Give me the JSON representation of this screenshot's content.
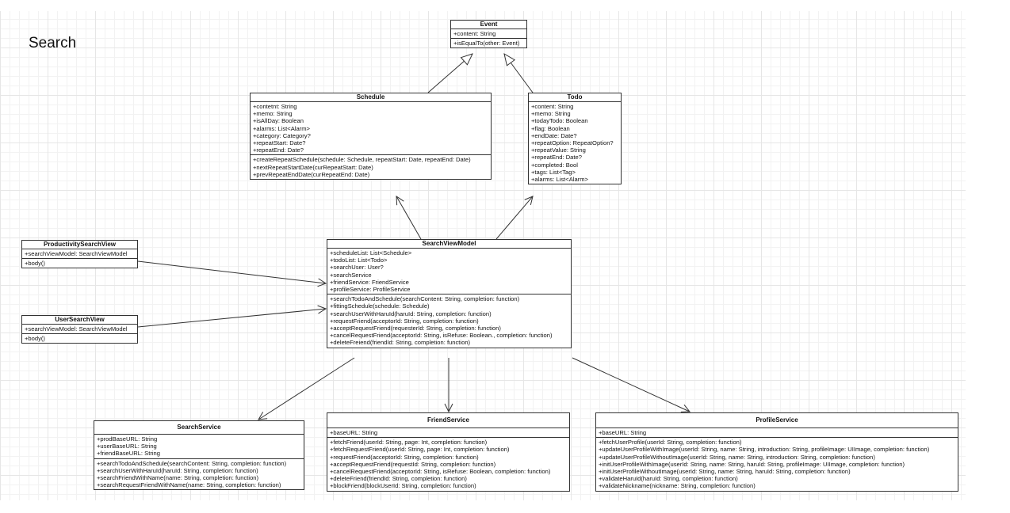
{
  "diagram": {
    "title": "Search",
    "classes": [
      {
        "key": "event",
        "name": "Event",
        "attributes": [
          "+content: String"
        ],
        "methods": [
          "+isEqualTo(other: Event)"
        ]
      },
      {
        "key": "schedule",
        "name": "Schedule",
        "attributes": [
          "+contetnt: String",
          "+memo: String",
          "+isAllDay: Boolean",
          "+alarms: List<Alarm>",
          "+category: Category?",
          "+repeatStart: Date?",
          "+repeatEnd: Date?"
        ],
        "methods": [
          "+createRepeatSchedule(schedule: Schedule, repeatStart: Date, repeatEnd: Date)",
          "+nextRepeatStartDate(curRepeatStart: Date)",
          "+prevRepeatEndDate(curRepeatEnd: Date)"
        ]
      },
      {
        "key": "todo",
        "name": "Todo",
        "attributes": [
          "+content: String",
          "+memo: String",
          "+todayTodo: Boolean",
          "+flag: Boolean",
          "+endDate: Date?",
          "+repeatOption: RepeatOption?",
          "+repeatValue: String",
          "+repeatEnd: Date?",
          "+completed: Bool",
          "+tags: List<Tag>",
          "+alarms: List<Alarm>"
        ],
        "methods": []
      },
      {
        "key": "productivitysearchview",
        "name": "ProductivitySearchView",
        "attributes": [
          "+searchViewModel: SearchViewModel"
        ],
        "methods": [
          "+body()"
        ]
      },
      {
        "key": "usersearchview",
        "name": "UserSearchView",
        "attributes": [
          "+searchViewModel: SearchViewModel"
        ],
        "methods": [
          "+body()"
        ]
      },
      {
        "key": "searchviewmodel",
        "name": "SearchViewModel",
        "attributes": [
          "+scheduleList: List<Schedule>",
          "+todoList: List<Todo>",
          "+searchUser: User?",
          "+searchService",
          "+friendService: FriendService",
          "+profileService: ProfileService"
        ],
        "methods": [
          "+searchTodoAndSchedule(searchContent: String, completion: function)",
          "+fittingSchedule(schedule: Schedule)",
          "+searchUserWithHaruId(haruId: String, completion: function)",
          "+requestFriend(acceptorId: String, completion: function)",
          "+acceptRequestFriend(requesterId: String, completion: function)",
          "+cancelRequestFriend(acceptorId: String, isRefuse: Boolean., completion: function)",
          "+deleteFreiend(friendId: String, completion: function)"
        ]
      },
      {
        "key": "searchservice",
        "name": "SearchService",
        "attributes": [
          "+prodBaseURL: String",
          "+userBaseURL: String",
          "+friendBaseURL: String"
        ],
        "methods": [
          "+searchTodoAndSchedule(searchContent: String, completion: function)",
          "+searchUserWithHaruId(haruId: String, completion: function)",
          "+searchFriendWithName(name: String, completion: function)",
          "+searchRequestFriendWithName(name: String, completion: function)"
        ]
      },
      {
        "key": "friendservice",
        "name": "FriendService",
        "attributes": [
          "+baseURL: String"
        ],
        "methods": [
          "+fetchFriend(userId: String, page: Int, completion: function)",
          "+fetchRequestFriend(userId: String, page: Int, completion: function)",
          "+requestFriend(acceptorId: String, completion: function)",
          "+acceptRequestFriend(requestId: String, completion: function)",
          "+cancelRequestFriend(acceptorId: String, isRefuse: Boolean, completion: function)",
          "+deleteFriend(friendId: String, completion: function)",
          "+blockFriend(blockUserId: String, completion: function)"
        ]
      },
      {
        "key": "profileservice",
        "name": "ProfileService",
        "attributes": [
          "+baseURL: String"
        ],
        "methods": [
          "+fetchUserProfile(userId: String, completion: function)",
          "+updateUserProfileWithImage(userId: String, name: String, introduction: String, profileImage: UIImage, completion: function)",
          "+updateUserProfileWithoutImage(userId: String, name: String, introduction: String, completion: function)",
          "+initUserProfileWithImage(userId: String, name: String, haruId: String, profileImage: UIImage, completion: function)",
          "+initUserProfileWithoutImage(userId: String, name: String, haruId: String, completion: function)",
          "+validateHaruId(haruId: String, completion: function)",
          "+validateNickname(nickname: String, completion: function)"
        ]
      }
    ],
    "edges": [
      {
        "from": "schedule",
        "to": "event",
        "kind": "inheritance"
      },
      {
        "from": "todo",
        "to": "event",
        "kind": "inheritance"
      },
      {
        "from": "searchviewmodel",
        "to": "schedule",
        "kind": "association"
      },
      {
        "from": "searchviewmodel",
        "to": "todo",
        "kind": "association"
      },
      {
        "from": "productivitysearchview",
        "to": "searchviewmodel",
        "kind": "association"
      },
      {
        "from": "usersearchview",
        "to": "searchviewmodel",
        "kind": "association"
      },
      {
        "from": "searchviewmodel",
        "to": "searchservice",
        "kind": "association"
      },
      {
        "from": "searchviewmodel",
        "to": "friendservice",
        "kind": "association"
      },
      {
        "from": "searchviewmodel",
        "to": "profileservice",
        "kind": "association"
      }
    ]
  }
}
